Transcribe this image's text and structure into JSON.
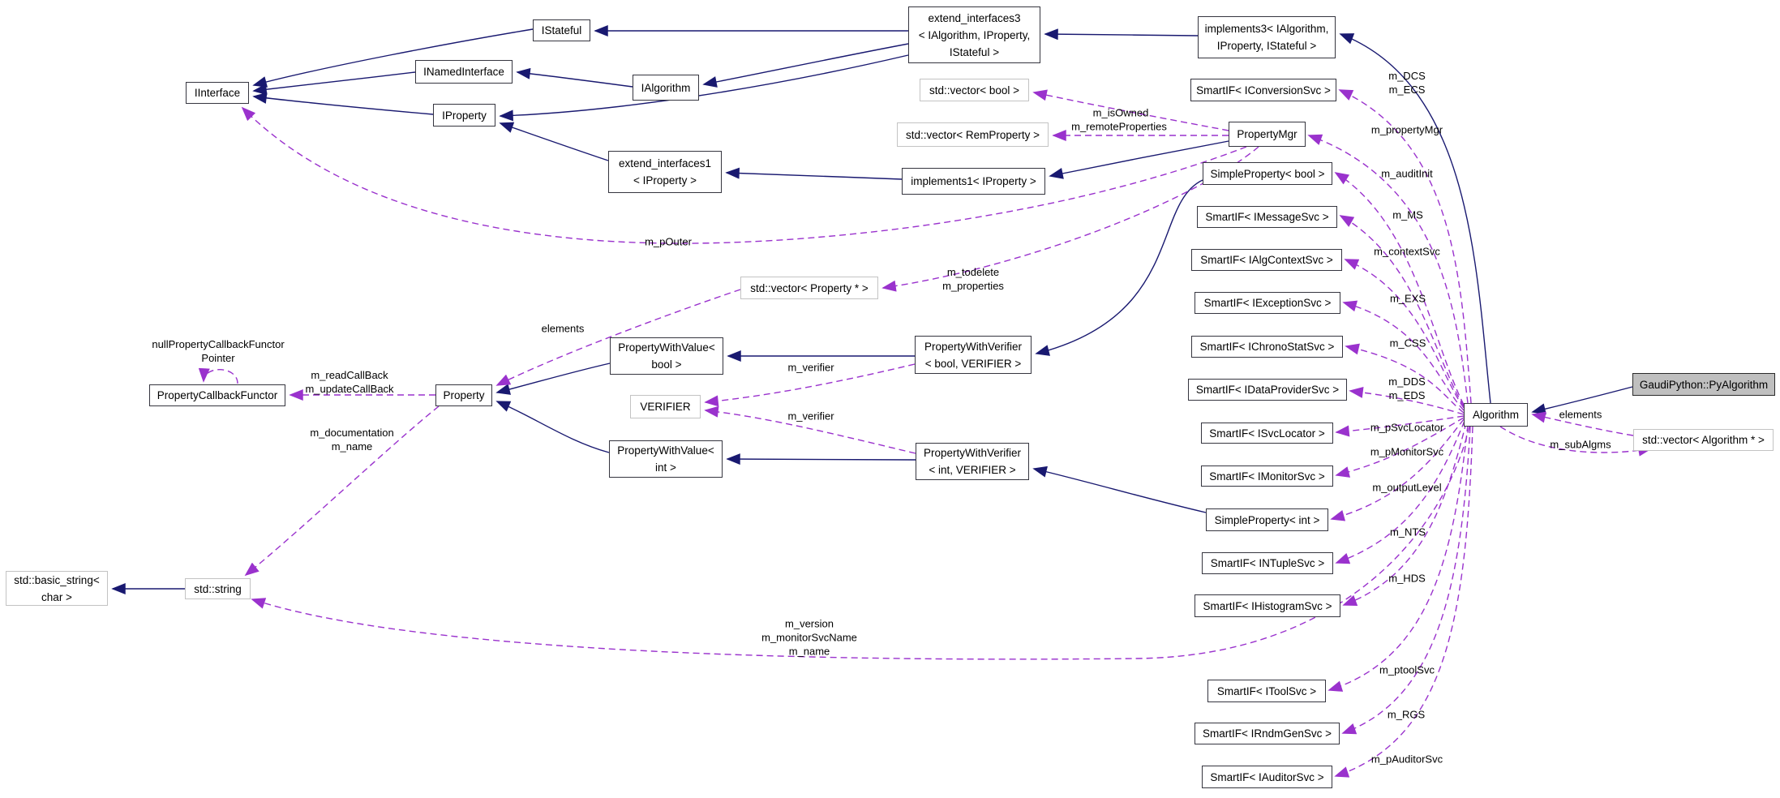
{
  "diagram": {
    "title": "GaudiPython::PyAlgorithm collaboration diagram",
    "colors": {
      "inheritance_edge": "#191970",
      "usage_edge": "#9a32cd",
      "node_border": "#35353f",
      "undocumented_border": "#c3c3c3",
      "main_node_fill": "#bfbfbf",
      "background": "#ffffff"
    },
    "nodes": [
      {
        "id": "iinterface",
        "label": "IInterface",
        "kind": "class"
      },
      {
        "id": "inamedinterface",
        "label": "INamedInterface",
        "kind": "class"
      },
      {
        "id": "iproperty",
        "label": "IProperty",
        "kind": "class"
      },
      {
        "id": "istateful",
        "label": "IStateful",
        "kind": "class"
      },
      {
        "id": "ialgorithm",
        "label": "IAlgorithm",
        "kind": "class"
      },
      {
        "id": "extend_interfaces1",
        "label": "extend_interfaces1\n< IProperty >",
        "kind": "class"
      },
      {
        "id": "extend_interfaces3",
        "label": "extend_interfaces3\n< IAlgorithm, IProperty,\nIStateful >",
        "kind": "class"
      },
      {
        "id": "implements3",
        "label": "implements3< IAlgorithm,\nIProperty, IStateful >",
        "kind": "class"
      },
      {
        "id": "vector_bool",
        "label": "std::vector< bool >",
        "kind": "undocumented"
      },
      {
        "id": "smartif_iconversionsvc",
        "label": "SmartIF< IConversionSvc >",
        "kind": "class"
      },
      {
        "id": "vector_remproperty",
        "label": "std::vector< RemProperty >",
        "kind": "undocumented"
      },
      {
        "id": "propertymgr",
        "label": "PropertyMgr",
        "kind": "class"
      },
      {
        "id": "implements1",
        "label": "implements1< IProperty >",
        "kind": "class"
      },
      {
        "id": "simpleproperty_bool",
        "label": "SimpleProperty< bool >",
        "kind": "class"
      },
      {
        "id": "smartif_imessagesvc",
        "label": "SmartIF< IMessageSvc >",
        "kind": "class"
      },
      {
        "id": "smartif_ialgcontextsvc",
        "label": "SmartIF< IAlgContextSvc >",
        "kind": "class"
      },
      {
        "id": "smartif_iexceptionsvc",
        "label": "SmartIF< IExceptionSvc >",
        "kind": "class"
      },
      {
        "id": "smartif_ichronostatsvc",
        "label": "SmartIF< IChronoStatSvc >",
        "kind": "class"
      },
      {
        "id": "smartif_idataprovidersvc",
        "label": "SmartIF< IDataProviderSvc >",
        "kind": "class"
      },
      {
        "id": "smartif_isvclocator",
        "label": "SmartIF< ISvcLocator >",
        "kind": "class"
      },
      {
        "id": "smartif_imonitorsvc",
        "label": "SmartIF< IMonitorSvc >",
        "kind": "class"
      },
      {
        "id": "simpleproperty_int",
        "label": "SimpleProperty< int >",
        "kind": "class"
      },
      {
        "id": "smartif_intuplesvc",
        "label": "SmartIF< INTupleSvc >",
        "kind": "class"
      },
      {
        "id": "smartif_ihistogramsvc",
        "label": "SmartIF< IHistogramSvc >",
        "kind": "class"
      },
      {
        "id": "smartif_itoolsvc",
        "label": "SmartIF< IToolSvc >",
        "kind": "class"
      },
      {
        "id": "smartif_irndmgensvc",
        "label": "SmartIF< IRndmGenSvc >",
        "kind": "class"
      },
      {
        "id": "smartif_iauditorsvc",
        "label": "SmartIF< IAuditorSvc >",
        "kind": "class"
      },
      {
        "id": "algorithm",
        "label": "Algorithm",
        "kind": "class"
      },
      {
        "id": "pyalgorithm",
        "label": "GaudiPython::PyAlgorithm",
        "kind": "main"
      },
      {
        "id": "vector_algorithm",
        "label": "std::vector< Algorithm * >",
        "kind": "undocumented"
      },
      {
        "id": "vector_property",
        "label": "std::vector< Property * >",
        "kind": "undocumented"
      },
      {
        "id": "pwvalue_bool",
        "label": "PropertyWithValue<\nbool >",
        "kind": "class"
      },
      {
        "id": "verifier",
        "label": "VERIFIER",
        "kind": "undocumented"
      },
      {
        "id": "pwvalue_int",
        "label": "PropertyWithValue<\nint >",
        "kind": "class"
      },
      {
        "id": "pwverifier_bool",
        "label": "PropertyWithVerifier\n< bool, VERIFIER >",
        "kind": "class"
      },
      {
        "id": "pwverifier_int",
        "label": "PropertyWithVerifier\n< int, VERIFIER >",
        "kind": "class"
      },
      {
        "id": "property",
        "label": "Property",
        "kind": "class"
      },
      {
        "id": "propertycallbackfunctor",
        "label": "PropertyCallbackFunctor",
        "kind": "class"
      },
      {
        "id": "basic_string",
        "label": "std::basic_string<\nchar >",
        "kind": "undocumented"
      },
      {
        "id": "string",
        "label": "std::string",
        "kind": "undocumented"
      }
    ],
    "edge_labels": [
      {
        "id": "m_isOwned",
        "text": "m_isOwned"
      },
      {
        "id": "m_remoteProperties",
        "text": "m_remoteProperties"
      },
      {
        "id": "m_pOuter",
        "text": "m_pOuter"
      },
      {
        "id": "m_todelete",
        "text": "m_todelete\nm_properties"
      },
      {
        "id": "elements_left",
        "text": "elements"
      },
      {
        "id": "m_readCallBack",
        "text": "m_readCallBack\nm_updateCallBack"
      },
      {
        "id": "m_documentation",
        "text": "m_documentation\nm_name"
      },
      {
        "id": "nullPointer",
        "text": "nullPropertyCallbackFunctor\nPointer"
      },
      {
        "id": "m_verifier_bool",
        "text": "m_verifier"
      },
      {
        "id": "m_verifier_int",
        "text": "m_verifier"
      },
      {
        "id": "m_version",
        "text": "m_version\nm_monitorSvcName\nm_name"
      },
      {
        "id": "m_DCS",
        "text": "m_DCS\nm_ECS"
      },
      {
        "id": "m_propertyMgr",
        "text": "m_propertyMgr"
      },
      {
        "id": "m_auditInit",
        "text": "m_auditInit"
      },
      {
        "id": "m_MS",
        "text": "m_MS"
      },
      {
        "id": "m_contextSvc",
        "text": "m_contextSvc"
      },
      {
        "id": "m_EXS",
        "text": "m_EXS"
      },
      {
        "id": "m_CSS",
        "text": "m_CSS"
      },
      {
        "id": "m_DDS",
        "text": "m_DDS\nm_EDS"
      },
      {
        "id": "m_pSvcLocator",
        "text": "m_pSvcLocator"
      },
      {
        "id": "m_pMonitorSvc",
        "text": "m_pMonitorSvc"
      },
      {
        "id": "m_outputLevel",
        "text": "m_outputLevel"
      },
      {
        "id": "m_NTS",
        "text": "m_NTS"
      },
      {
        "id": "m_HDS",
        "text": "m_HDS"
      },
      {
        "id": "m_ptoolSvc",
        "text": "m_ptoolSvc"
      },
      {
        "id": "m_RGS",
        "text": "m_RGS"
      },
      {
        "id": "m_pAuditorSvc",
        "text": "m_pAuditorSvc"
      },
      {
        "id": "elements_right",
        "text": "elements"
      },
      {
        "id": "m_subAlgms",
        "text": "m_subAlgms"
      }
    ]
  }
}
